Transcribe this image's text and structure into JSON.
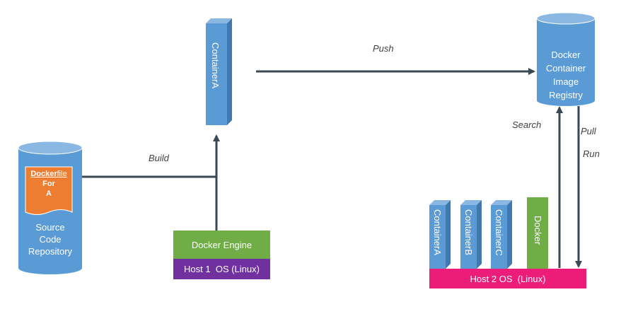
{
  "source_repo": {
    "label": "Source Code Repository"
  },
  "dockerfile": {
    "title_bold": "Docker",
    "title_rest": "file",
    "line2": "For",
    "line3": "A"
  },
  "build_label": "Build",
  "container_a_label": "ContainerA",
  "push_label": "Push",
  "registry": {
    "label": "Docker Container Image Registry"
  },
  "search_label": "Search",
  "pull_label": "Pull",
  "run_label": "Run",
  "host1": {
    "engine": "Docker Engine",
    "os": "Host 1  OS (Linux)"
  },
  "host2": {
    "os": "Host 2 OS  (Linux)",
    "containers": [
      "ContainerA",
      "ContainerB",
      "ContainerC"
    ],
    "docker": "Docker"
  },
  "colors": {
    "blue": "#5b9bd5",
    "blue_dark": "#4178b0",
    "orange": "#ed7d31",
    "green": "#70ad47",
    "purple": "#7030a0",
    "magenta": "#ec1c7a",
    "arrow": "#3a4a55"
  }
}
